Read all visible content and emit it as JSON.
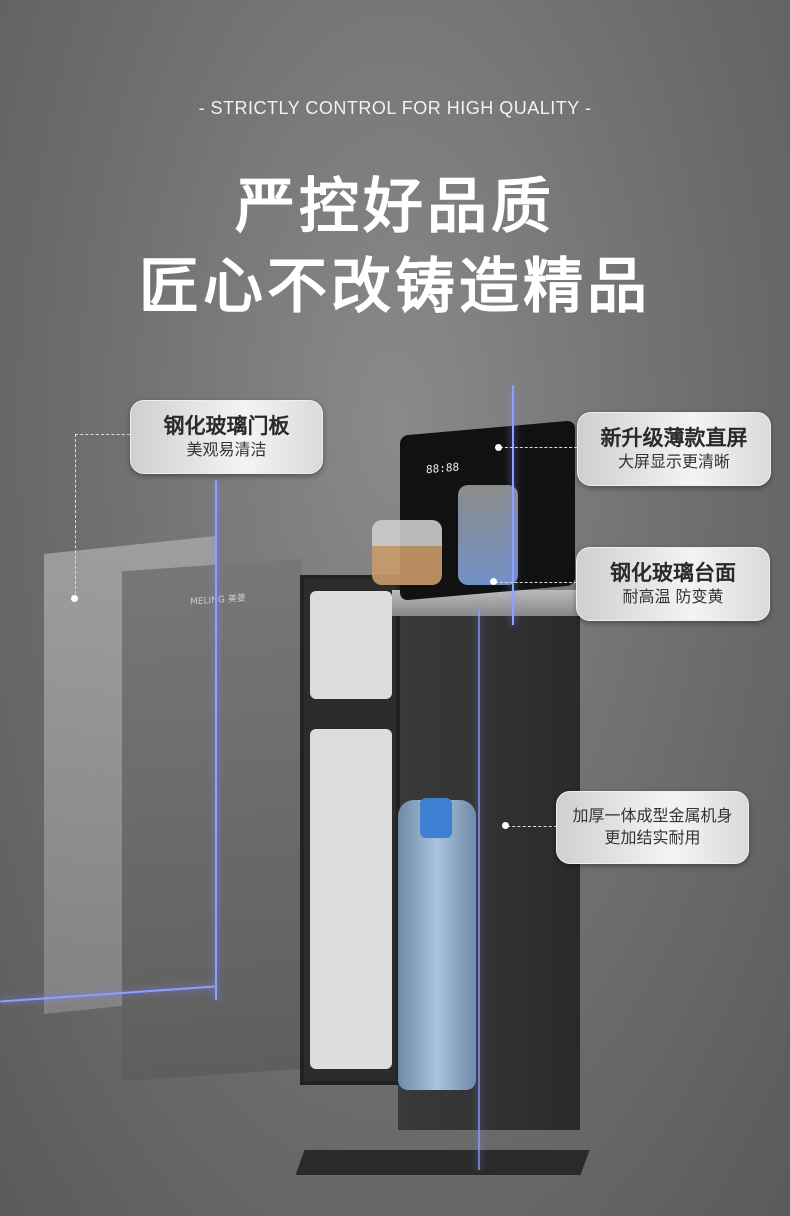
{
  "header": {
    "subtitle": "- STRICTLY CONTROL FOR HIGH QUALITY -",
    "title_line1": "严控好品质",
    "title_line2": "匠心不改铸造精品"
  },
  "callouts": [
    {
      "title": "钢化玻璃门板",
      "desc": "美观易清洁"
    },
    {
      "title": "新升级薄款直屏",
      "desc": "大屏显示更清晰"
    },
    {
      "title": "钢化玻璃台面",
      "desc": "耐高温 防变黄"
    },
    {
      "title": "加厚一体成型金属机身",
      "desc": "更加结实耐用"
    }
  ],
  "product": {
    "logo": "MELING 美菱",
    "display_digits": "88:88"
  }
}
